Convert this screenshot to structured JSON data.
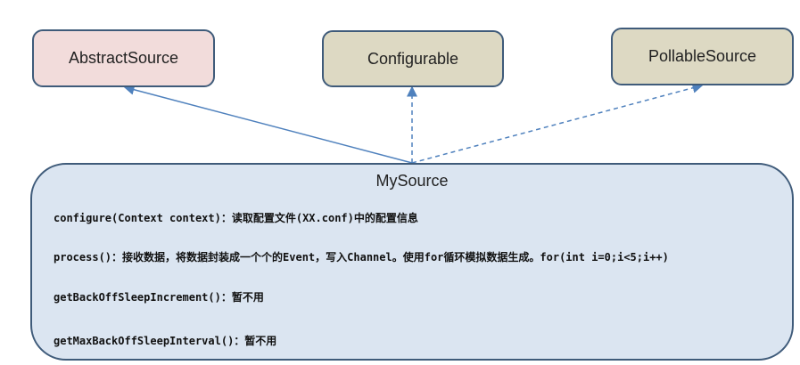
{
  "classes": {
    "abstract_source": "AbstractSource",
    "configurable": "Configurable",
    "pollable_source": "PollableSource"
  },
  "mysource": {
    "title": "MySource",
    "methods": [
      "configure(Context context)：读取配置文件(XX.conf)中的配置信息",
      "process()：接收数据，将数据封装成一个个的Event，写入Channel。使用for循环模拟数据生成。for(int i=0;i<5;i++)",
      "getBackOffSleepIncrement()：暂不用",
      "getMaxBackOffSleepInterval()：暂不用"
    ]
  },
  "colors": {
    "abstract_fill": "#f2dcdb",
    "interface_fill": "#ddd9c3",
    "mysource_fill": "#dbe5f1",
    "border": "#3f5b7a",
    "arrow": "#4f81bd"
  }
}
